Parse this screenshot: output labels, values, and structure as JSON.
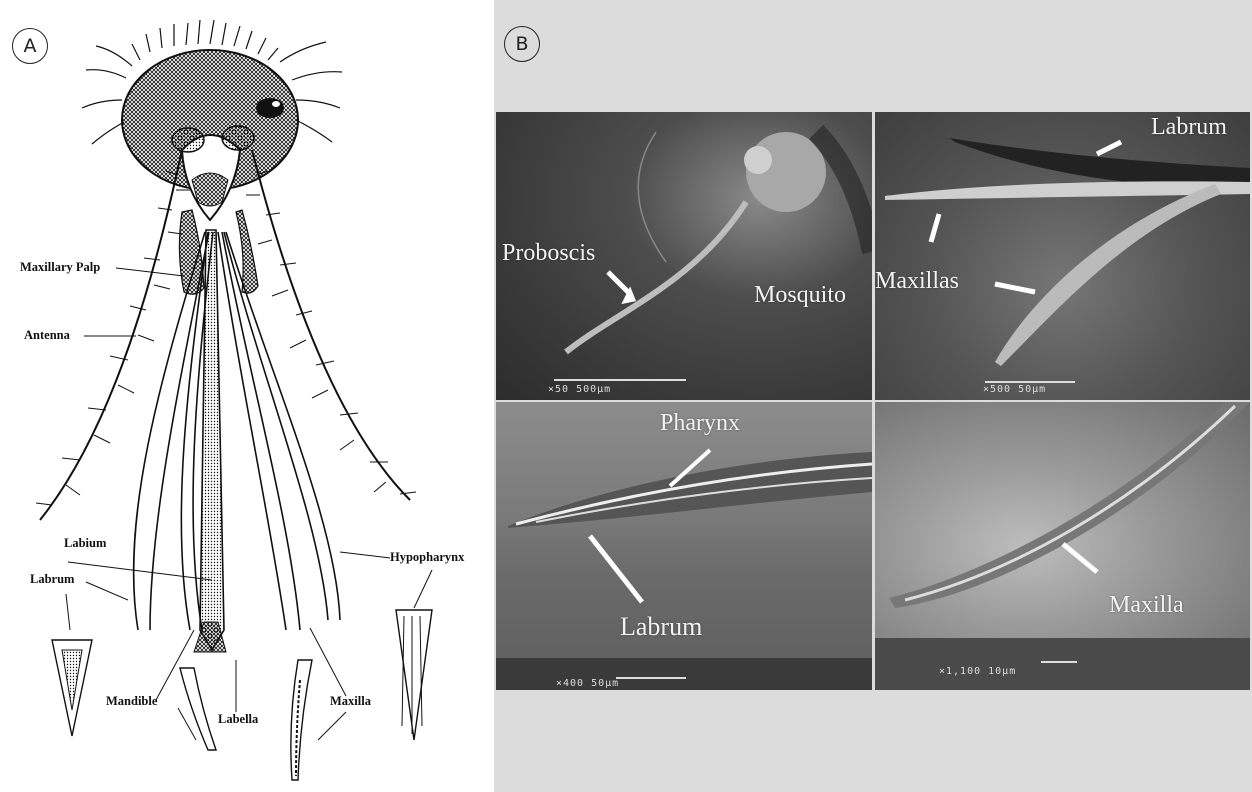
{
  "panel_a": {
    "label": "A",
    "annotations": {
      "maxillary_palp": "Maxillary Palp",
      "antenna": "Antenna",
      "labium": "Labium",
      "labrum": "Labrum",
      "mandible": "Mandible",
      "labella": "Labella",
      "maxilla": "Maxilla",
      "hypopharynx": "Hypopharynx"
    }
  },
  "panel_b": {
    "label": "B",
    "images": [
      {
        "labels": [
          "Proboscis",
          "Mosquito"
        ],
        "scale": "×50  500μm"
      },
      {
        "labels": [
          "Labrum",
          "Maxillas"
        ],
        "scale": "×500  50μm"
      },
      {
        "labels": [
          "Pharynx",
          "Labrum"
        ],
        "scale": "×400  50μm"
      },
      {
        "labels": [
          "Maxilla"
        ],
        "scale": "×1,100  10μm"
      }
    ]
  }
}
